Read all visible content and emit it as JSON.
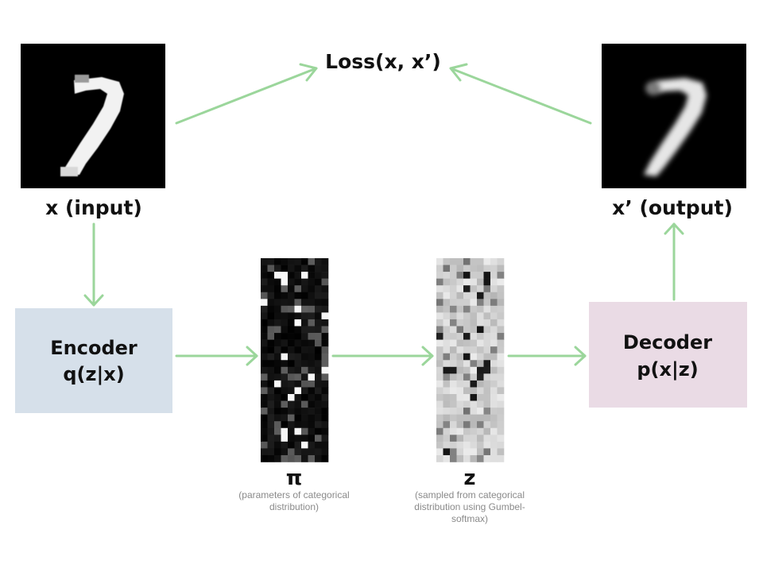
{
  "loss_label": "Loss(x, x’)",
  "input": {
    "label": "x (input)"
  },
  "output": {
    "label": "x’ (output)"
  },
  "encoder": {
    "line1": "Encoder",
    "line2": "q(z|x)",
    "color": "#d6e0ea"
  },
  "decoder": {
    "line1": "Decoder",
    "line2": "p(x|z)",
    "color": "#eadbe5"
  },
  "pi": {
    "symbol": "π",
    "caption": [
      "(parameters of categorical",
      "distribution)"
    ]
  },
  "z": {
    "symbol": "z",
    "caption": [
      "(sampled from categorical",
      "distribution using Gumbel-",
      "softmax)"
    ]
  },
  "arrow_color": "#9bd69b"
}
